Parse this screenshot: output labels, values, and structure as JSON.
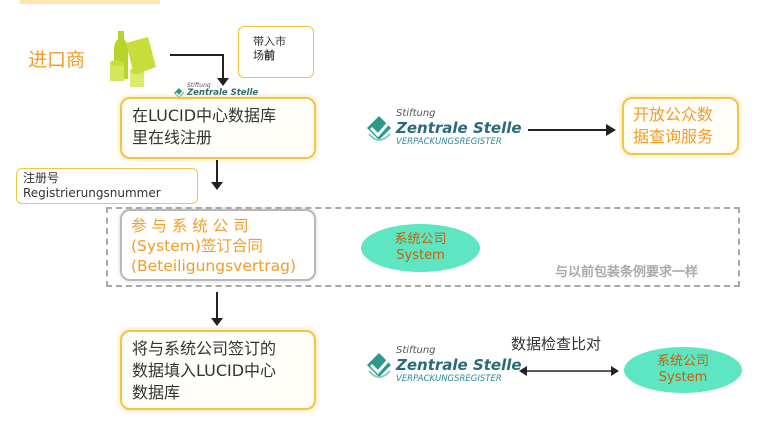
{
  "importer": "进口商",
  "bring_to_market": {
    "line1": "带入市",
    "line2": "场",
    "line2_bold": "前"
  },
  "lucid_register_box": {
    "line1": "在LUCID中心数据库",
    "line2": "里在线注册"
  },
  "public_box": {
    "line1": "开放公众数",
    "line2": "据查询服务"
  },
  "reg_number": {
    "line1": "注册号",
    "line2": "Registrierungsnummer"
  },
  "participate_box": {
    "line1": "参 与 系 统 公 司",
    "line2": "(System)签订合同",
    "line3": "(Beteiligungsvertrag)"
  },
  "system_ellipse_1": {
    "line1": "系统公司",
    "line2": "System"
  },
  "same_as_before": "与以前包装条例要求一样",
  "fill_box": {
    "line1": "将与系统公司签订的",
    "line2": "数据填入LUCID中心",
    "line3": "数据库"
  },
  "data_check": "数据检查比对",
  "system_ellipse_2": {
    "line1": "系统公司",
    "line2": "System"
  },
  "logo": {
    "line1": "Stiftung",
    "line2": "Zentrale Stelle",
    "line3": "VERPACKUNGSREGISTER"
  },
  "colors": {
    "orange": "#f39c28",
    "box_border": "#f6c442",
    "teal": "#2b6a78",
    "mint": "#5ee6c2"
  },
  "icons": [
    "bottles-icon",
    "zsvr-logo-icon"
  ]
}
